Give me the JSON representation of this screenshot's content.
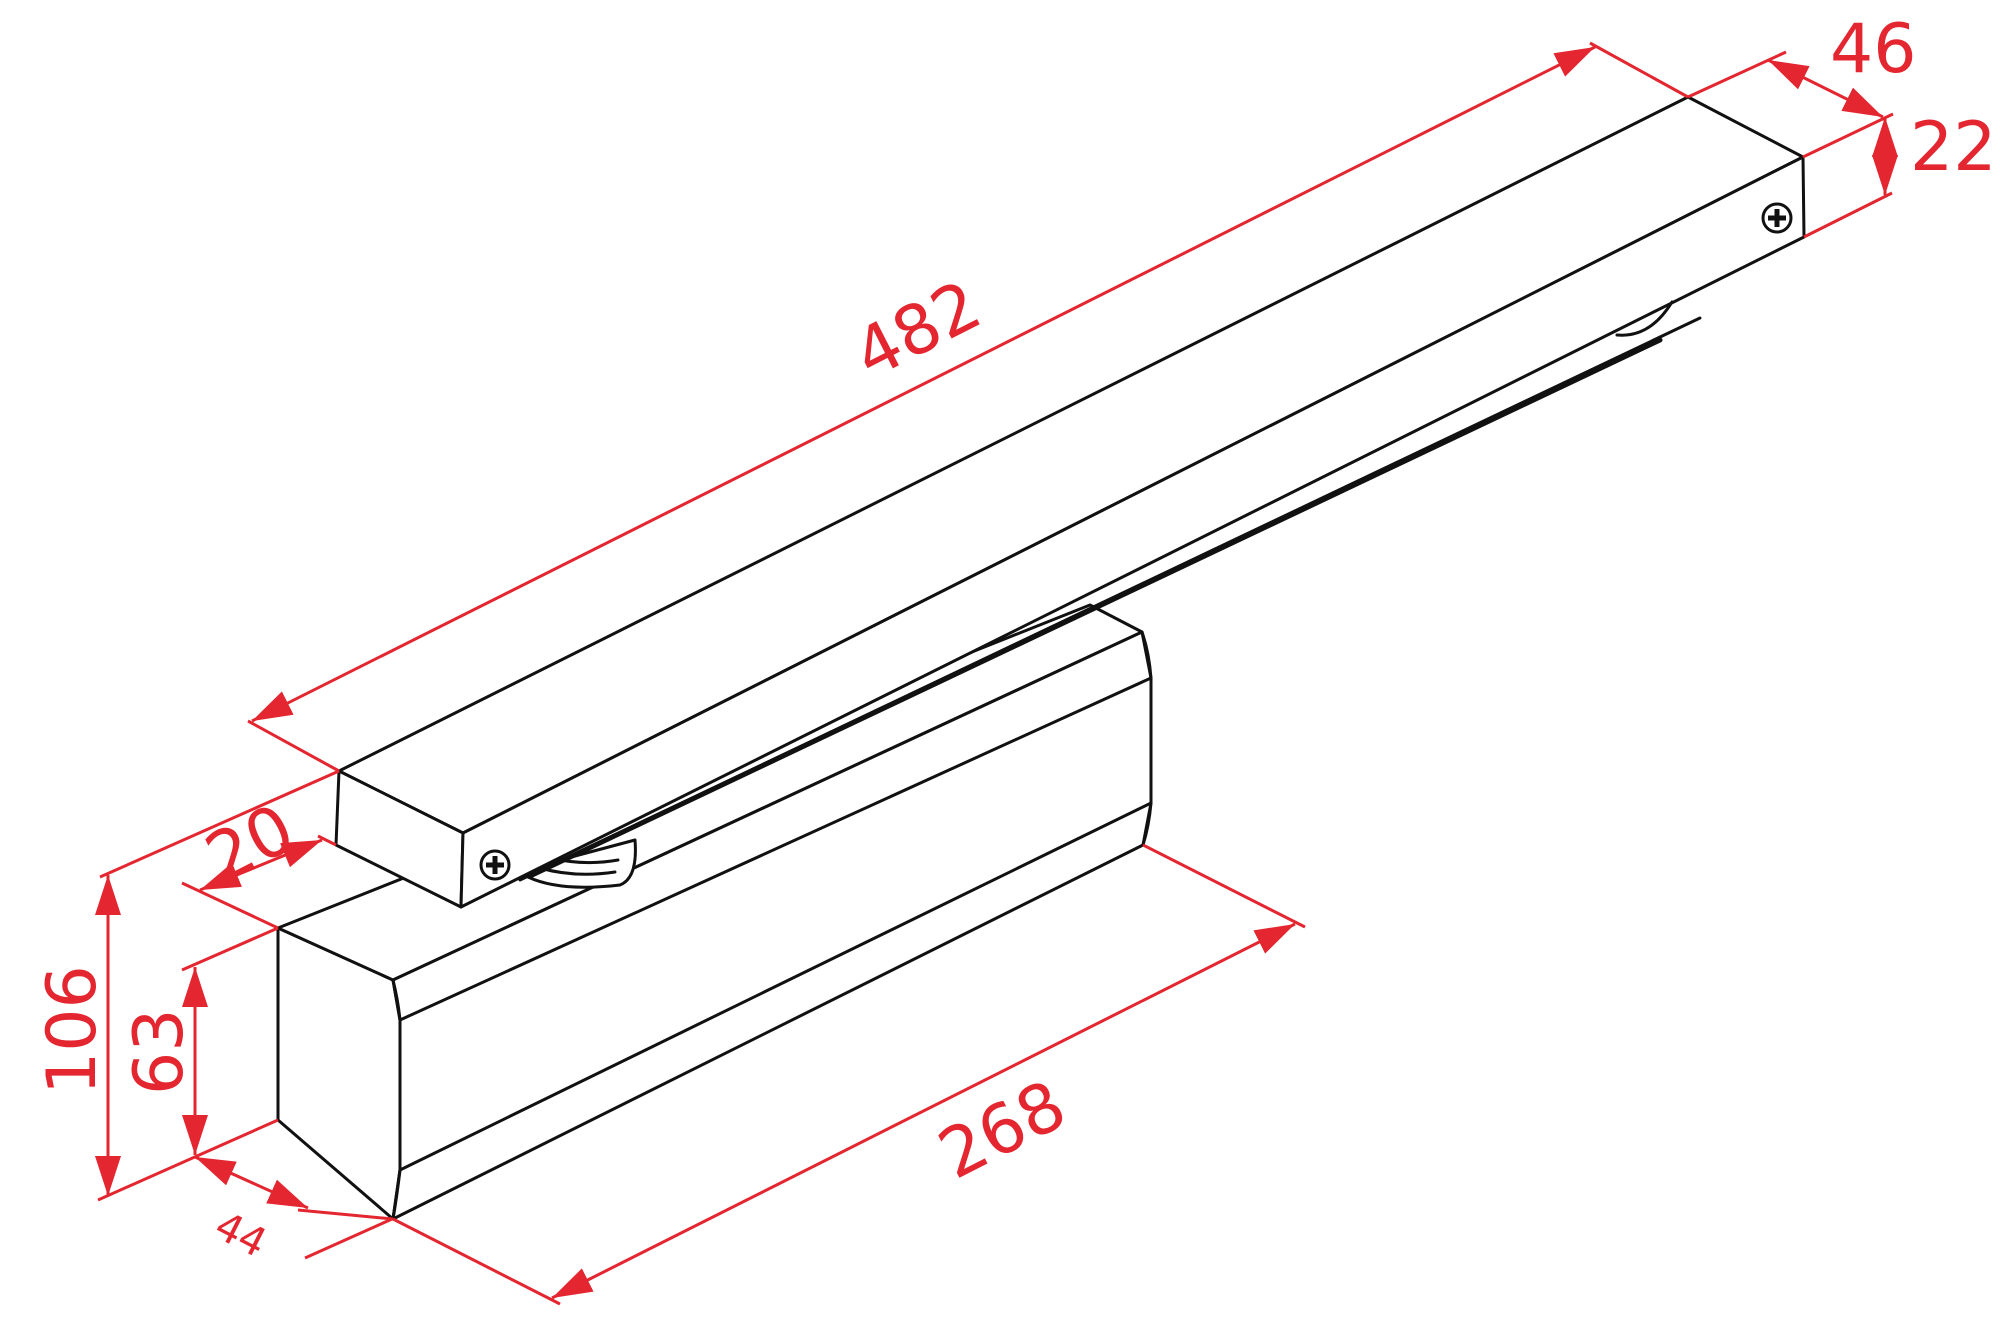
{
  "drawing": {
    "subject": "overhead door closer with slide rail",
    "line_color": "#111111",
    "dimension_color": "#e3262f"
  },
  "dimensions": {
    "rail_length": "482",
    "rail_depth": "46",
    "rail_height": "22",
    "rail_offset": "20",
    "overall_height": "106",
    "body_height": "63",
    "body_depth": "44",
    "body_length": "268"
  }
}
